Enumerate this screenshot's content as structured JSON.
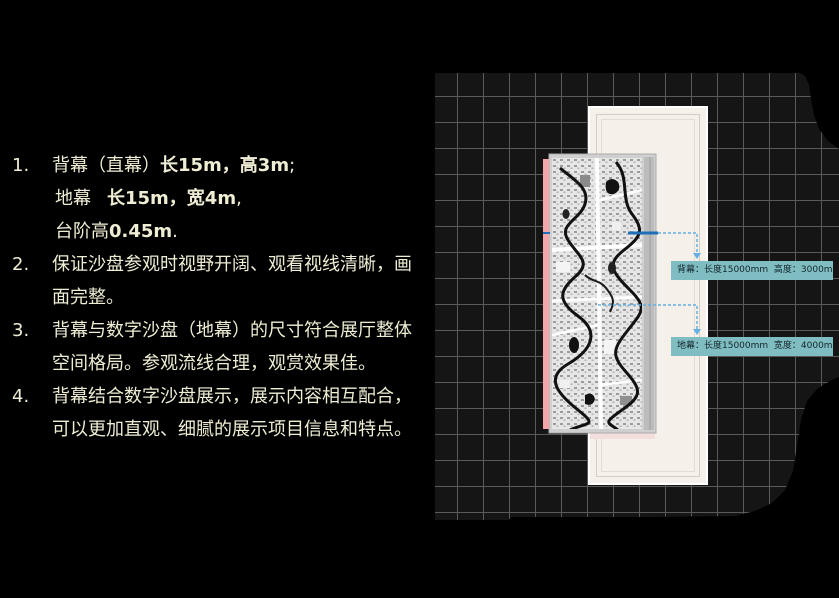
{
  "colors": {
    "background": "#000000",
    "text": "#efedd3",
    "grid_background": "#151515",
    "grid_line": "#5a5a5a",
    "floor": "#f5f0e9",
    "map_frame": "#cfcfcf",
    "stripe": "#f2a6a9",
    "arrow": "#63b0e2",
    "arrow_solid": "#1f6fb8",
    "label_background": "#7fbdc3",
    "label_text": "#13262b"
  },
  "points": [
    {
      "number": "1.",
      "lines": [
        {
          "text": "背幕（直幕）",
          "bold": "长15m，高3m",
          "tail": ";"
        },
        {
          "text": "地幕",
          "bold": "长15m，宽4m",
          "tail": ","
        },
        {
          "text": "台阶高",
          "bold": "0.45m",
          "tail": "."
        }
      ]
    },
    {
      "number": "2.",
      "lines": [
        "保证沙盘参观时视野开阔、观看视线清晰，画",
        "面完整。"
      ]
    },
    {
      "number": "3.",
      "lines": [
        "背幕与数字沙盘（地幕）的尺寸符合展厅整体",
        "空间格局。参观流线合理，观赏效果佳。"
      ]
    },
    {
      "number": "4.",
      "lines": [
        "背幕结合数字沙盘展示，展示内容相互配合，",
        "可以更加直观、细腻的展示项目信息和特点。"
      ]
    }
  ],
  "diagram": {
    "back_screen_label": "背幕：长度15000mm  高度：3000mm",
    "floor_screen_label": "地幕：长度15000mm  宽度：4000mm"
  }
}
